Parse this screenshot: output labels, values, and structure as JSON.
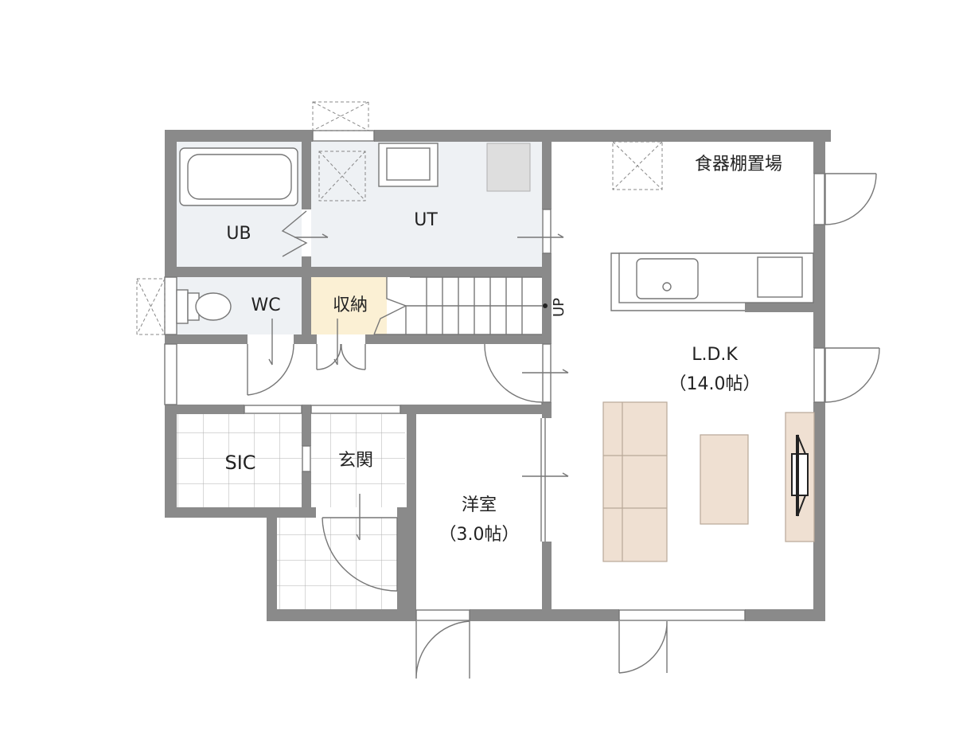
{
  "rooms": {
    "ub": "UB",
    "ut": "UT",
    "wc": "WC",
    "storage": "収納",
    "up": "UP",
    "sic": "SIC",
    "genkan": "玄関",
    "youshitsu": "洋室",
    "youshitsu_size": "（3.0帖）",
    "ldk": "L.D.K",
    "ldk_size": "（14.0帖）",
    "dish_shelf": "食器棚置場"
  },
  "colors": {
    "wall": "#8a8a8a",
    "wet_room": "#eef1f4",
    "storage": "#fbf0d4",
    "furniture": "#efe0d2",
    "line": "#777777"
  }
}
